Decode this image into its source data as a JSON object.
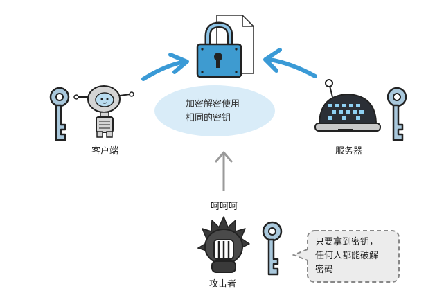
{
  "diagram": {
    "center_bubble": {
      "line1": "加密解密使用",
      "line2": "相同的密钥"
    },
    "client_label": "客户端",
    "server_label": "服务器",
    "attacker_label": "攻击者",
    "attacker_laugh": "呵呵呵",
    "speech": {
      "line1": "只要拿到密钥，",
      "line2": "任何人都能破解",
      "line3": "密码"
    },
    "colors": {
      "lock_blue": "#3e9bd0",
      "arrow_blue": "#3a9ad6",
      "key_fill": "#a9c8dc",
      "bubble_fill": "#d9ecf8",
      "outline": "#222222",
      "robot_gray": "#d4d4d4",
      "server_dark": "#2b2f36",
      "gray_arrow": "#9a9a9a"
    },
    "icons": [
      "lock-icon",
      "document-icon",
      "key-icon",
      "client-robot-icon",
      "server-robot-icon",
      "attacker-icon"
    ]
  }
}
